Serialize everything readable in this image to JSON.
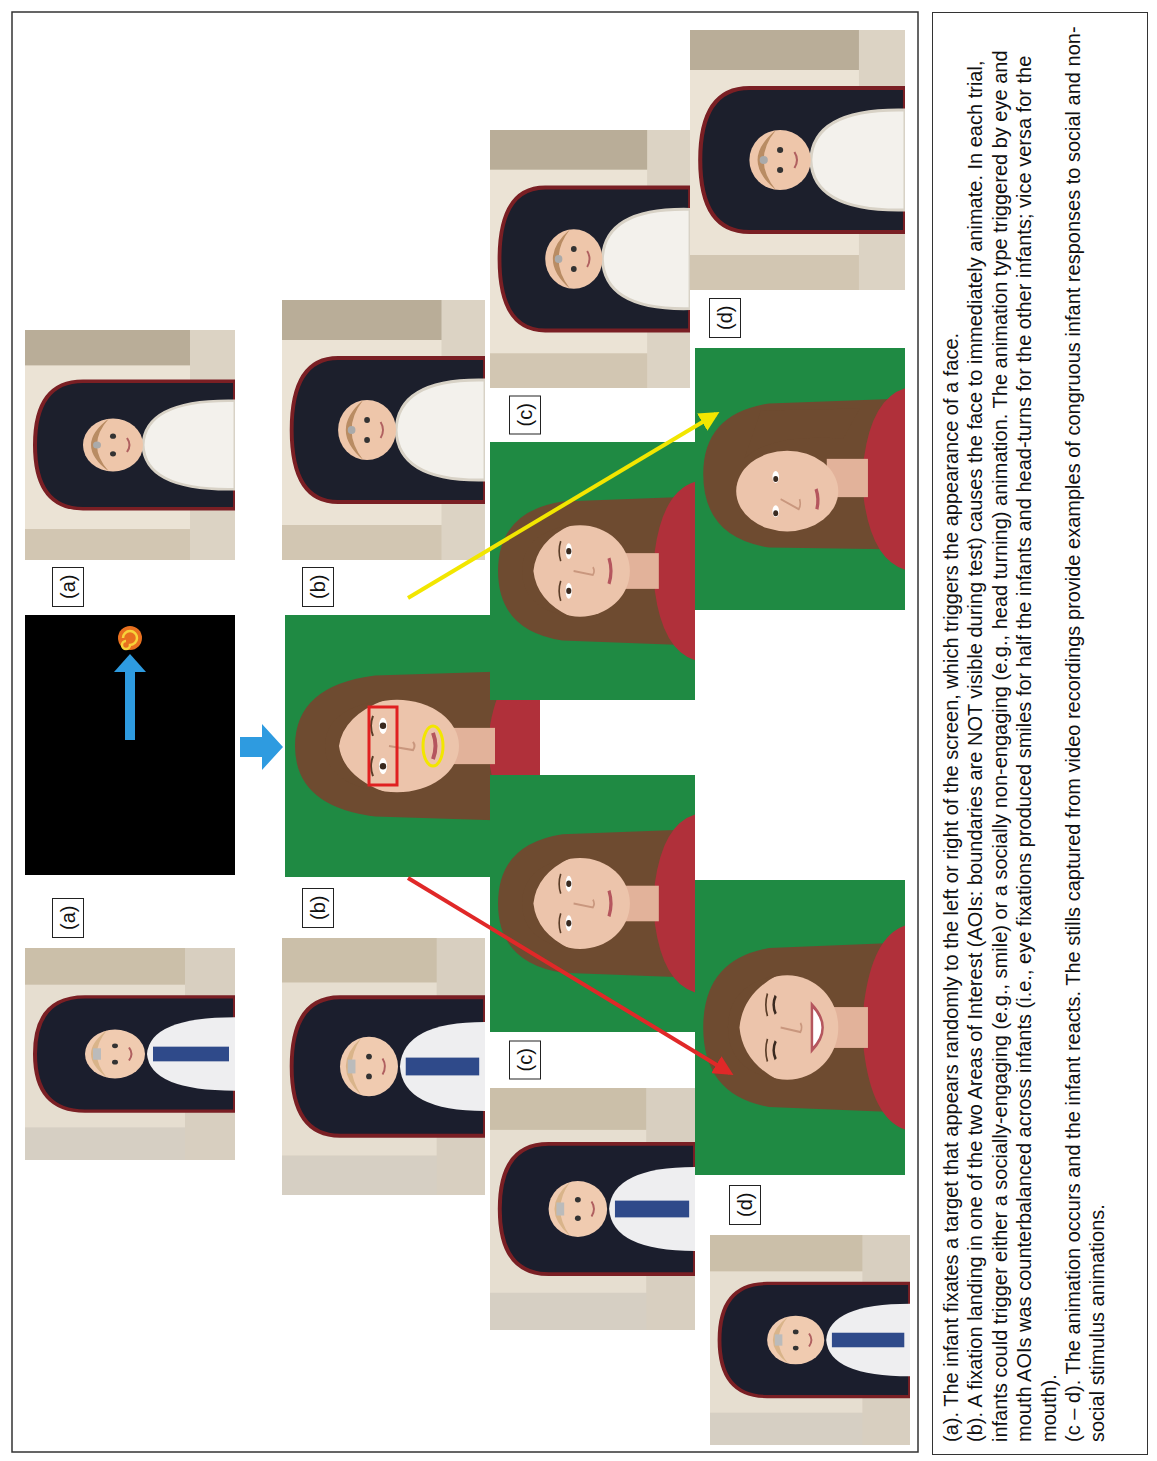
{
  "diagram": {
    "nodes": [
      {
        "text": [
          "(a)"
        ]
      },
      {
        "text": [
          "(a)"
        ]
      },
      {
        "text": [
          "(b)"
        ]
      },
      {
        "text": [
          "(b)"
        ]
      },
      {
        "text": [
          "(c)"
        ]
      },
      {
        "text": [
          "(c)"
        ]
      },
      {
        "text": [
          "(d)"
        ]
      },
      {
        "text": [
          "(d)"
        ]
      },
      {
        "text": [
          "(a). The infant fixates a target that appears randomly to the left or right of the screen, which triggers the appearance of a face.",
          "(b). A fixation landing in one of the two Areas of Interest (AOIs: boundaries are NOT visible during test) causes the face to immediately animate. In each trial, infants could trigger either a socially-engaging (e.g., smile) or a socially non-engaging (e.g., head turning) animation. The animation type triggered by eye and mouth AOIs was counterbalanced across infants (i.e., eye fixations produced smiles for half the infants and head-turns for the other infants; vice versa for the mouth).",
          "(c – d). The animation occurs and the infant reacts. The stills captured from video recordings provide examples of congruous infant responses to social and non-social stimulus animations."
        ]
      }
    ]
  }
}
